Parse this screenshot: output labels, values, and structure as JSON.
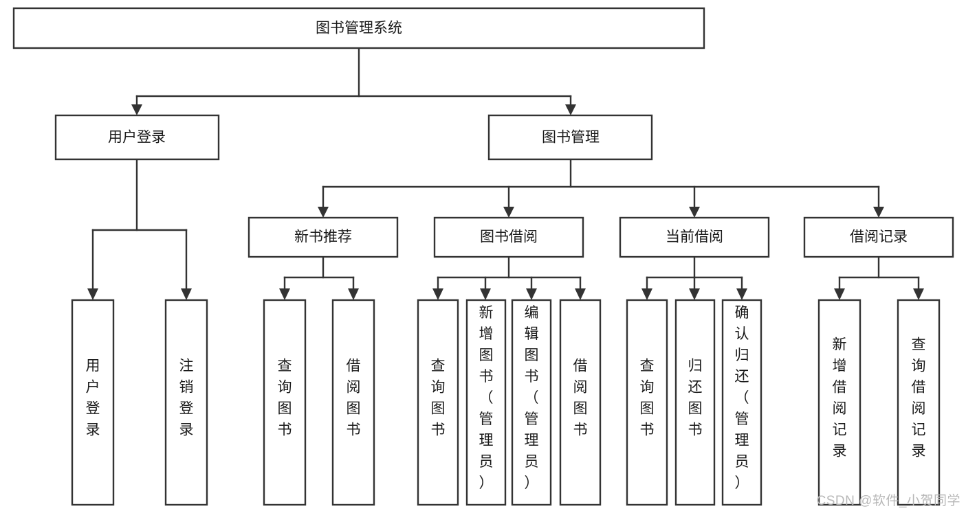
{
  "diagram": {
    "type": "tree-hierarchy",
    "title": "图书管理系统",
    "watermark": "CSDN @软件_小贺同学",
    "colors": {
      "stroke": "#333333",
      "fill": "#ffffff",
      "text": "#1a1a1a",
      "watermark": "#b8b8b8"
    },
    "levels": [
      {
        "level": 1,
        "nodes": [
          {
            "id": "root",
            "label": "图书管理系统",
            "orientation": "horizontal"
          }
        ]
      },
      {
        "level": 2,
        "nodes": [
          {
            "id": "login",
            "label": "用户登录",
            "orientation": "horizontal",
            "parent": "root"
          },
          {
            "id": "bookmgmt",
            "label": "图书管理",
            "orientation": "horizontal",
            "parent": "root"
          }
        ]
      },
      {
        "level": 3,
        "nodes": [
          {
            "id": "newbook",
            "label": "新书推荐",
            "orientation": "horizontal",
            "parent": "bookmgmt"
          },
          {
            "id": "borrow",
            "label": "图书借阅",
            "orientation": "horizontal",
            "parent": "bookmgmt"
          },
          {
            "id": "current",
            "label": "当前借阅",
            "orientation": "horizontal",
            "parent": "bookmgmt"
          },
          {
            "id": "records",
            "label": "借阅记录",
            "orientation": "horizontal",
            "parent": "bookmgmt"
          }
        ]
      },
      {
        "level": 4,
        "nodes": [
          {
            "id": "leaf-login-1",
            "label": "用户登录",
            "orientation": "vertical",
            "parent": "login"
          },
          {
            "id": "leaf-login-2",
            "label": "注销登录",
            "orientation": "vertical",
            "parent": "login"
          },
          {
            "id": "leaf-newbook-1",
            "label": "查询图书",
            "orientation": "vertical",
            "parent": "newbook"
          },
          {
            "id": "leaf-newbook-2",
            "label": "借阅图书",
            "orientation": "vertical",
            "parent": "newbook"
          },
          {
            "id": "leaf-borrow-1",
            "label": "查询图书",
            "orientation": "vertical",
            "parent": "borrow"
          },
          {
            "id": "leaf-borrow-2",
            "label": "新增图书（管理员）",
            "orientation": "vertical",
            "parent": "borrow"
          },
          {
            "id": "leaf-borrow-3",
            "label": "编辑图书（管理员）",
            "orientation": "vertical",
            "parent": "borrow"
          },
          {
            "id": "leaf-borrow-4",
            "label": "借阅图书",
            "orientation": "vertical",
            "parent": "borrow"
          },
          {
            "id": "leaf-current-1",
            "label": "查询图书",
            "orientation": "vertical",
            "parent": "current"
          },
          {
            "id": "leaf-current-2",
            "label": "归还图书",
            "orientation": "vertical",
            "parent": "current"
          },
          {
            "id": "leaf-current-3",
            "label": "确认归还（管理员）",
            "orientation": "vertical",
            "parent": "current"
          },
          {
            "id": "leaf-records-1",
            "label": "新增借阅记录",
            "orientation": "vertical",
            "parent": "records"
          },
          {
            "id": "leaf-records-2",
            "label": "查询借阅记录",
            "orientation": "vertical",
            "parent": "records"
          }
        ]
      }
    ]
  }
}
